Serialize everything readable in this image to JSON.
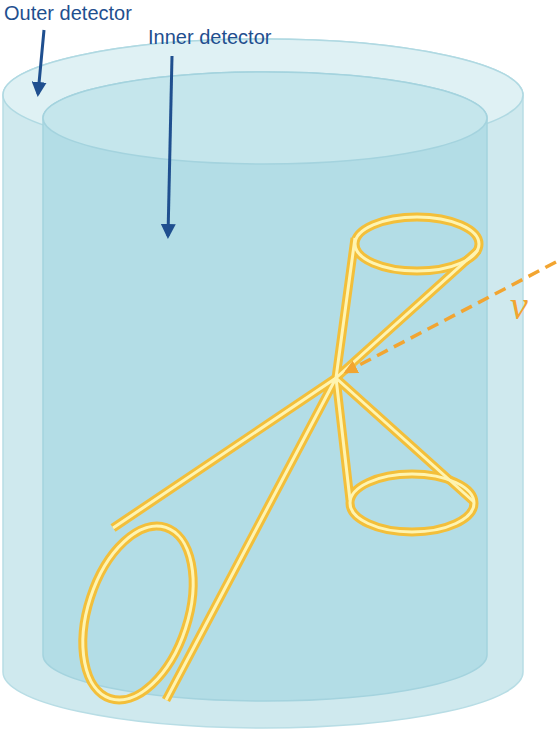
{
  "diagram": {
    "labels": [
      "Outer detector",
      "Inner detector",
      "ν"
    ]
  }
}
